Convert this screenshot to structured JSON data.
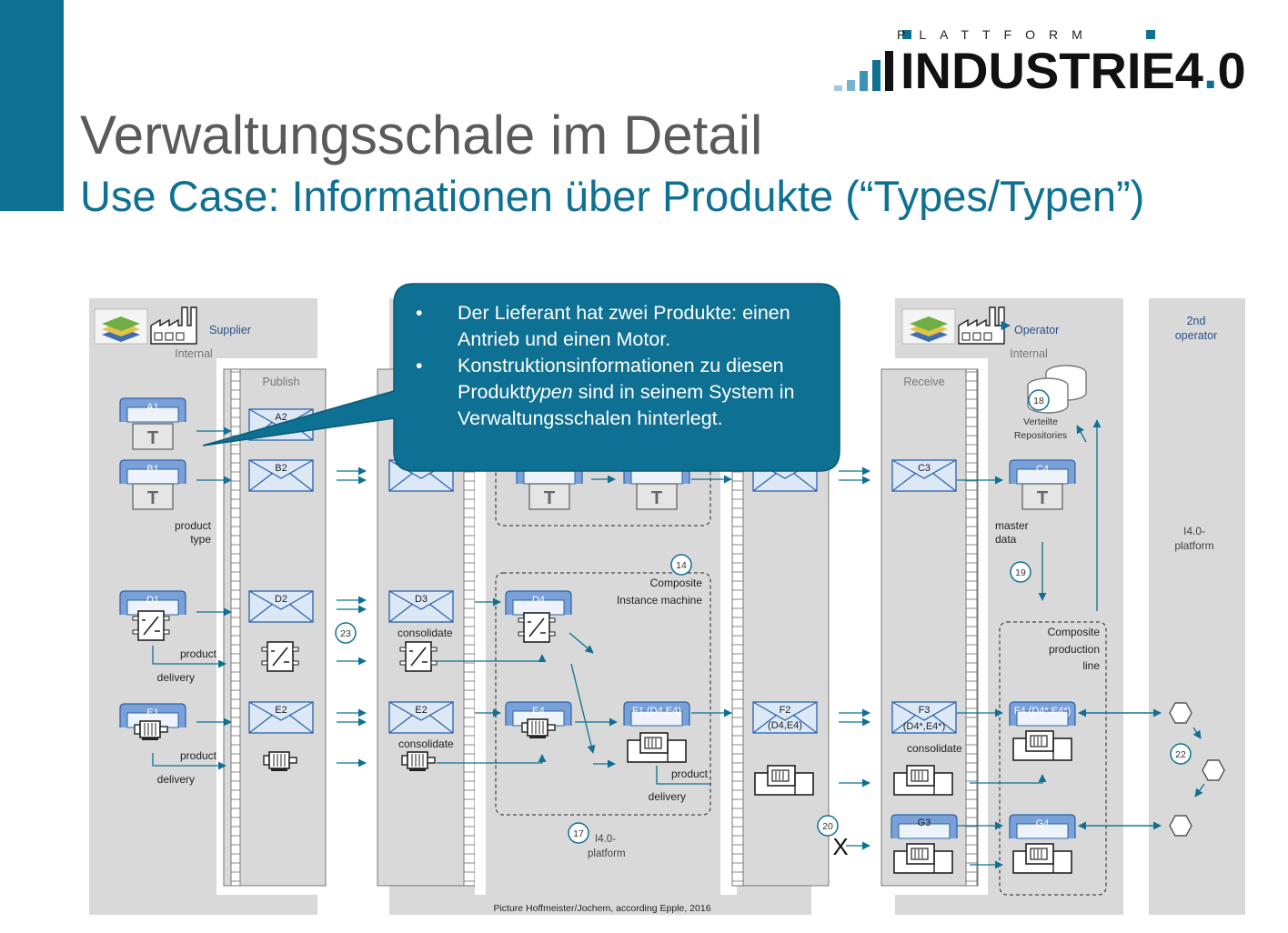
{
  "slide": {
    "title": "Verwaltungsschale im Detail",
    "subtitle": "Use Case: Informationen über Produkte (“Types/Typen”)"
  },
  "logo": {
    "top": "PLATTFORM",
    "word": "INDUSTRIE4",
    "dot": ".",
    "digit": "0"
  },
  "callout": {
    "bullet1": "Der Lieferant hat zwei Produkte: einen Antrieb und einen Motor.",
    "bullet2_pre": "Konstruktionsinformationen zu diesen Produkt",
    "bullet2_em": "typen",
    "bullet2_post": " sind in seinem System in Verwaltungsschalen hinterlegt."
  },
  "diagram": {
    "supplier": "Supplier",
    "internal_left": "Internal",
    "publish": "Publish",
    "operator": "Operator",
    "internal_right": "Internal",
    "receive": "Receive",
    "second_operator": [
      "2nd",
      "operator"
    ],
    "platform_right": [
      "I4.0-",
      "platform"
    ],
    "platform_bottom": [
      "I4.0-",
      "platform"
    ],
    "repositories": [
      "Verteilte",
      "Repositories"
    ],
    "master_data": [
      "master",
      "data"
    ],
    "product_type": [
      "product",
      "type"
    ],
    "product_delivery": [
      "product",
      "delivery"
    ],
    "consolidate": "consolidate",
    "composite_instance": [
      "Composite",
      "Instance machine"
    ],
    "composite_production": [
      "Composite",
      "production",
      "line"
    ],
    "caption": "Picture Hoffmeister/Jochem, according Epple, 2016",
    "type_letter": "T",
    "x_mark": "X",
    "shells": {
      "A1": "A1",
      "B1": "B1",
      "D1": "D1",
      "E1": "E1",
      "D4": "D4",
      "E4": "E4",
      "F1": "F1  (D4,E4)",
      "C4": "C4",
      "F4": "F4 (D4*,E4*)",
      "G3": "G3",
      "G4": "G4"
    },
    "messages": {
      "A2": "A2",
      "B2": "B2",
      "D2": "D2",
      "D3": "D3",
      "E2a": "E2",
      "E2b": "E2",
      "C3": "C3",
      "F2": "F2",
      "F2sub": "(D4,E4)",
      "F3": "F3",
      "F3sub": "(D4*,E4*)"
    },
    "badges": {
      "b14": "14",
      "b17": "17",
      "b18": "18",
      "b19": "19",
      "b20": "20",
      "b22": "22",
      "b23": "23"
    }
  },
  "colors": {
    "accent": "#0e7092",
    "callout": "#0e7092",
    "panel": "#d9d9d9",
    "shell": "#7aa0d8"
  }
}
